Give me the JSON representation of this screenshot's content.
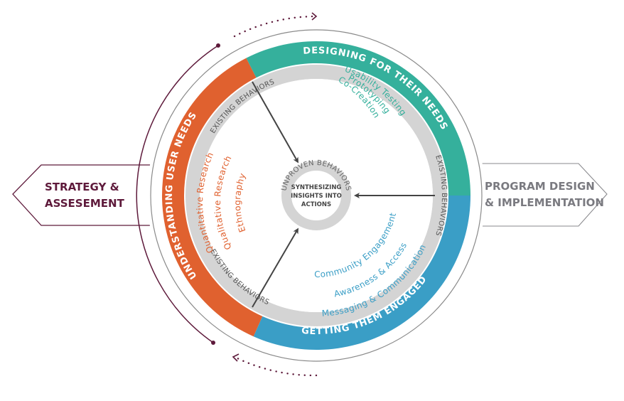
{
  "colors": {
    "orange": "#e0612f",
    "teal": "#35b09c",
    "blue": "#3a9ec6",
    "gray_ring": "#d4d4d4",
    "maroon": "#5e1a3b",
    "side_gray": "#7a7a80",
    "arrow": "#444444"
  },
  "left_arrow": {
    "line1": "STRATEGY &",
    "line2": "ASSESEMENT"
  },
  "right_arrow": {
    "line1": "PROGRAM DESIGN",
    "line2": "& IMPLEMENTATION"
  },
  "segments": {
    "understanding": {
      "label": "UNDERSTANDING USER NEEDS",
      "methods": [
        "Quantitative Research",
        "Qualitative Research",
        "Ethnography"
      ]
    },
    "designing": {
      "label": "DESIGNING FOR THEIR NEEDS",
      "methods": [
        "Usability Testing",
        "Prototyping",
        "Co-Creation"
      ]
    },
    "engaging": {
      "label": "GETTING THEM ENGAGED",
      "methods": [
        "Community Engagement",
        "Awareness & Access",
        "Messaging & Communication"
      ]
    }
  },
  "existing_behaviors": [
    "EXISTING BEHAVIORS",
    "EXISTING BEHAVIORS",
    "EXISTING BEHAVIORS"
  ],
  "hub": {
    "ring_label": "UNPROVEN BEHAVIORS",
    "center_lines": [
      "SYNTHESIZING",
      "INSIGHTS INTO",
      "ACTIONS"
    ]
  }
}
